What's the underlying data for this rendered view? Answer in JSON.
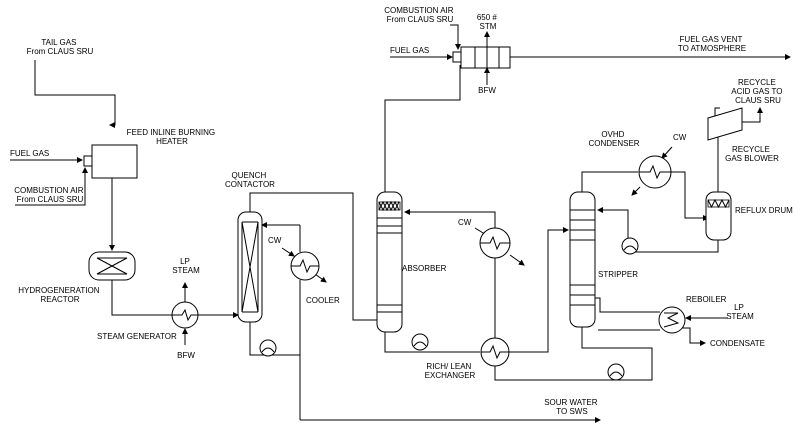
{
  "labels": {
    "tail_gas": [
      "TAIL GAS",
      "From CLAUS SRU"
    ],
    "fuel_gas_left": "FUEL GAS",
    "combustion_air_left": [
      "COMBUSTION AIR",
      "From CLAUS SRU"
    ],
    "feed_inline_heater": [
      "FEED INLINE BURNING",
      "HEATER"
    ],
    "hydrogenation_reactor": [
      "HYDROGENERATION",
      "REACTOR"
    ],
    "lp_steam_left": [
      "LP",
      "STEAM"
    ],
    "steam_generator": "STEAM GENERATOR",
    "bfw_left": "BFW",
    "quench_contactor": [
      "QUENCH",
      "CONTACTOR"
    ],
    "cw_quench": "CW",
    "cooler": "COOLER",
    "combustion_air_top": [
      "COMBUSTION AIR",
      "From CLAUS SRU"
    ],
    "fuel_gas_top": "FUEL GAS",
    "stm_650": [
      "650 #",
      "STM"
    ],
    "bfw_top": "BFW",
    "fuel_gas_vent": [
      "FUEL GAS VENT",
      "TO ATMOSPHERE"
    ],
    "absorber": "ABSORBER",
    "cw_lean": "CW",
    "rich_lean_exchanger": [
      "RICH/ LEAN",
      "EXCHANGER"
    ],
    "sour_water": [
      "SOUR WATER",
      "TO SWS"
    ],
    "ovhd_condenser": [
      "OVHD",
      "CONDENSER"
    ],
    "cw_ovhd": "CW",
    "recycle_acid_gas": [
      "RECYCLE",
      "ACID GAS TO",
      "CLAUS SRU"
    ],
    "recycle_gas_blower": [
      "RECYCLE",
      "GAS BLOWER"
    ],
    "reflux_drum": "REFLUX DRUM",
    "stripper": "STRIPPER",
    "reboiler": "REBOILER",
    "lp_steam_right": [
      "LP",
      "STEAM"
    ],
    "condensate": "CONDENSATE"
  },
  "equipment": [
    "feed-inline-burning-heater",
    "hydrogenation-reactor",
    "steam-generator",
    "quench-contactor",
    "cooler",
    "quench-pump",
    "incinerator",
    "absorber",
    "absorber-pump",
    "lean-cooler",
    "rich-lean-exchanger",
    "stripper",
    "ovhd-condenser",
    "reflux-drum",
    "reflux-pump",
    "recycle-gas-blower",
    "reboiler",
    "lean-pump"
  ]
}
